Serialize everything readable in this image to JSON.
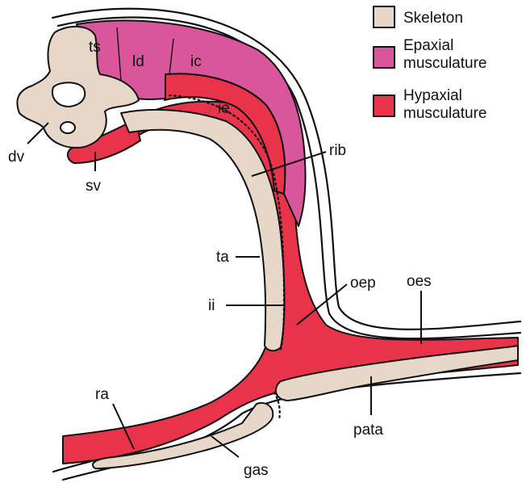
{
  "colors": {
    "skeleton": "#e6d7c9",
    "epaxial": "#d9569d",
    "hypaxial": "#e8334a",
    "outline": "#111111",
    "background": "#ffffff"
  },
  "legend": {
    "items": [
      {
        "label": "Skeleton",
        "color_key": "skeleton"
      },
      {
        "label": "Epaxial\nmusculature",
        "color_key": "epaxial"
      },
      {
        "label": "Hypaxial\nmusculature",
        "color_key": "hypaxial"
      }
    ]
  },
  "labels": {
    "ts": "ts",
    "ld": "ld",
    "ic": "ic",
    "ie": "ie",
    "dv": "dv",
    "sv": "sv",
    "rib": "rib",
    "ta": "ta",
    "ii": "ii",
    "oep": "oep",
    "oes": "oes",
    "ra": "ra",
    "pata": "pata",
    "gas": "gas"
  }
}
